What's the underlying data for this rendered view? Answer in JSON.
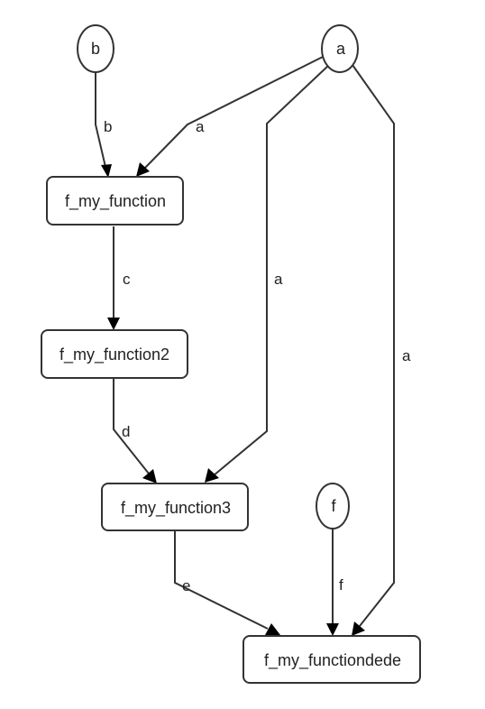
{
  "diagram": {
    "nodes": [
      {
        "id": "b",
        "label": "b",
        "shape": "ellipse"
      },
      {
        "id": "a",
        "label": "a",
        "shape": "ellipse"
      },
      {
        "id": "f_my_function",
        "label": "f_my_function",
        "shape": "rect"
      },
      {
        "id": "f_my_function2",
        "label": "f_my_function2",
        "shape": "rect"
      },
      {
        "id": "f_my_function3",
        "label": "f_my_function3",
        "shape": "rect"
      },
      {
        "id": "f",
        "label": "f",
        "shape": "ellipse"
      },
      {
        "id": "f_my_functiondede",
        "label": "f_my_functiondede",
        "shape": "rect"
      }
    ],
    "edges": [
      {
        "from": "b",
        "to": "f_my_function",
        "label": "b"
      },
      {
        "from": "a",
        "to": "f_my_function",
        "label": "a"
      },
      {
        "from": "a",
        "to": "f_my_function3",
        "label": "a"
      },
      {
        "from": "a",
        "to": "f_my_functiondede",
        "label": "a"
      },
      {
        "from": "f_my_function",
        "to": "f_my_function2",
        "label": "c"
      },
      {
        "from": "f_my_function2",
        "to": "f_my_function3",
        "label": "d"
      },
      {
        "from": "f_my_function3",
        "to": "f_my_functiondede",
        "label": "e"
      },
      {
        "from": "f",
        "to": "f_my_functiondede",
        "label": "f"
      }
    ]
  }
}
